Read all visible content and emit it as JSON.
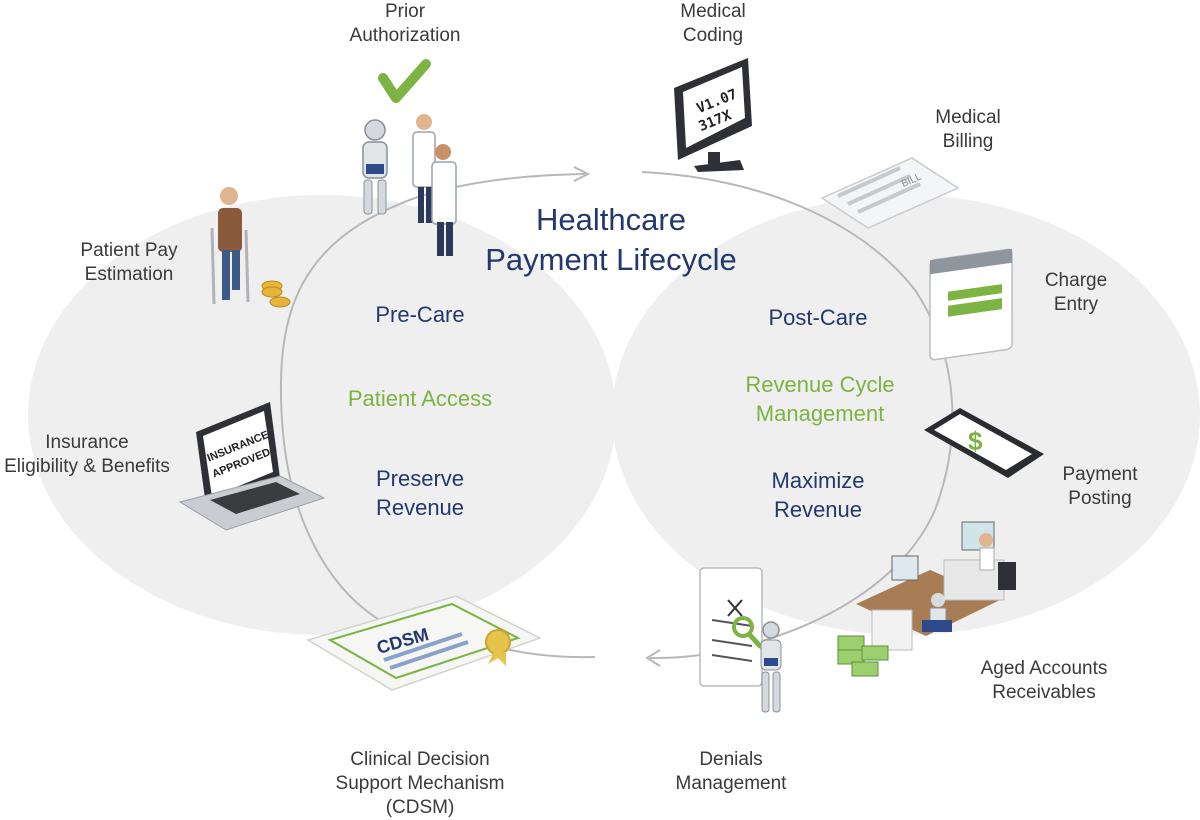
{
  "title": {
    "line1": "Healthcare",
    "line2": "Payment Lifecycle"
  },
  "pre_care": {
    "heading": "Pre-Care",
    "category_label": "Patient Access",
    "goal_line1": "Preserve",
    "goal_line2": "Revenue"
  },
  "post_care": {
    "heading": "Post-Care",
    "category_line1": "Revenue Cycle",
    "category_line2": "Management",
    "goal_line1": "Maximize",
    "goal_line2": "Revenue"
  },
  "stages": {
    "prior_authorization": {
      "line1": "Prior",
      "line2": "Authorization"
    },
    "medical_coding": {
      "line1": "Medical",
      "line2": "Coding"
    },
    "medical_billing": {
      "line1": "Medical",
      "line2": "Billing"
    },
    "charge_entry": {
      "line1": "Charge",
      "line2": "Entry"
    },
    "payment_posting": {
      "line1": "Payment",
      "line2": "Posting"
    },
    "aged_accounts_receivables": {
      "line1": "Aged Accounts",
      "line2": "Receivables"
    },
    "denials_management": {
      "line1": "Denials",
      "line2": "Management"
    },
    "cdsm": {
      "line1": "Clinical Decision",
      "line2": "Support Mechanism",
      "line3": "(CDSM)"
    },
    "insurance_eligibility": {
      "line1": "Insurance",
      "line2": "Eligibility & Benefits"
    },
    "patient_pay_estimation": {
      "line1": "Patient Pay",
      "line2": "Estimation"
    }
  },
  "illustration_text": {
    "monitor_line1": "V1.07",
    "monitor_line2": "317X",
    "bill": "BILL",
    "insurance_line1": "INSURANCE",
    "insurance_line2": "APPROVED",
    "certificate": "CDSM",
    "dollar": "$"
  },
  "colors": {
    "navy": "#23386e",
    "green": "#7cb342",
    "ellipse": "#efefef",
    "cycle": "#b8b8b8"
  },
  "icons": [
    "check-icon",
    "robot-icon",
    "doctor-icon",
    "monitor-icon",
    "bill-icon",
    "browser-window-icon",
    "smartphone-icon",
    "office-desk-icon",
    "cash-stack-icon",
    "document-magnifier-icon",
    "certificate-icon",
    "laptop-icon",
    "patient-crutches-icon",
    "coins-icon"
  ]
}
